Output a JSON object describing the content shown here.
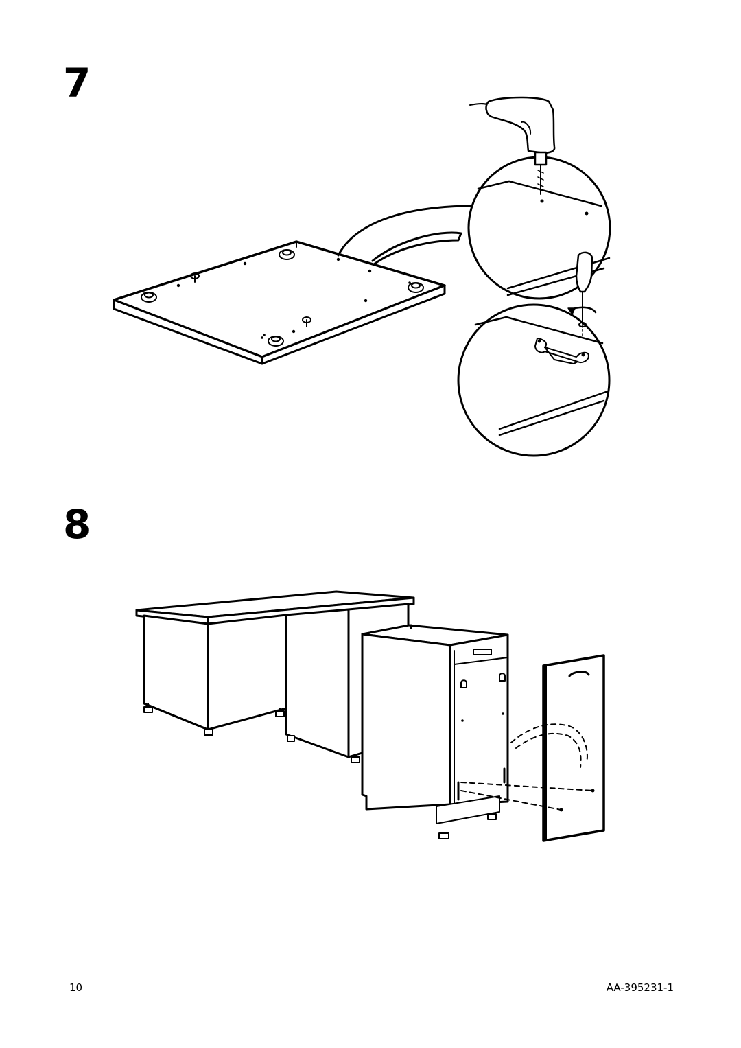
{
  "steps": [
    {
      "number": "7"
    },
    {
      "number": "8"
    }
  ],
  "footer": {
    "page_number": "10",
    "document_code": "AA-395231-1"
  }
}
